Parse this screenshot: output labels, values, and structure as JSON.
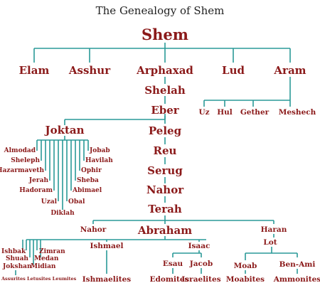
{
  "title": "The Genealogy of Shem",
  "root": "Shem",
  "sons_of_shem": [
    "Elam",
    "Asshur",
    "Arphaxad",
    "Lud",
    "Aram"
  ],
  "line": [
    "Shelah",
    "Eber",
    "Peleg",
    "Reu",
    "Serug",
    "Nahor",
    "Terah"
  ],
  "sons_of_aram": [
    "Uz",
    "Hul",
    "Gether",
    "Meshech"
  ],
  "eber_son": "Joktan",
  "sons_of_joktan": [
    "Almodad",
    "Sheleph",
    "Hazarmaveth",
    "Jerah",
    "Hadoram",
    "Uzal",
    "Diklah",
    "Obal",
    "Abimael",
    "Sheba",
    "Ophir",
    "Havilah",
    "Jobab"
  ],
  "sons_of_terah": [
    "Nahor",
    "Abraham",
    "Haran"
  ],
  "sons_of_abraham": [
    "Ishbak",
    "Zimran",
    "Shuah",
    "Medan",
    "Jokshan",
    "Midian"
  ],
  "ishmael": "Ishmael",
  "ishmaelites": "Ishmaelites",
  "isaac": "Isaac",
  "sons_of_isaac": [
    "Esau",
    "Jacob"
  ],
  "edomites": "Edomites",
  "israelites": "Israelites",
  "lot": "Lot",
  "sons_of_lot": [
    "Moab",
    "Ben-Ami"
  ],
  "moabites": "Moabites",
  "ammonites": "Ammonites",
  "jokshan_descendants": "Assurites Letusites Leumites"
}
